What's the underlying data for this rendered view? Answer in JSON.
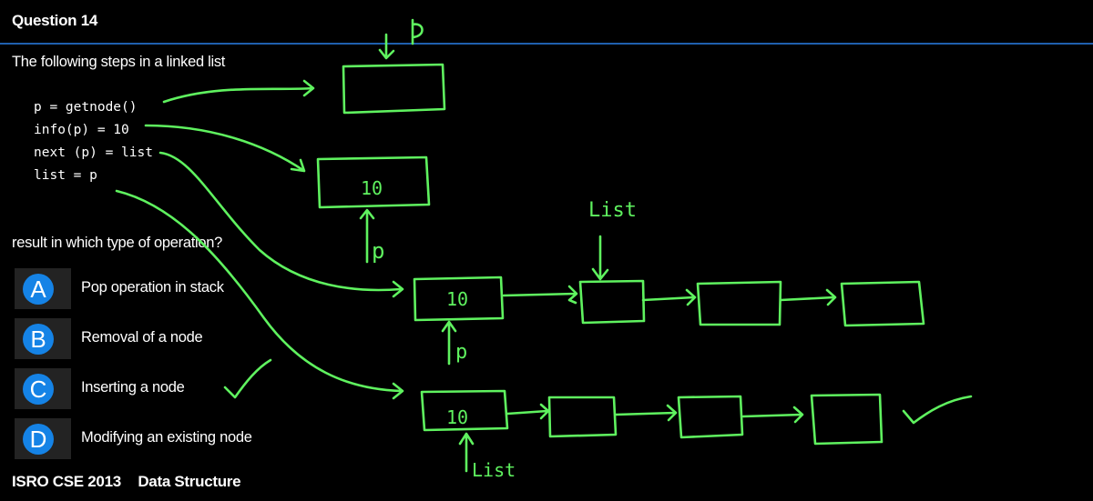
{
  "question": {
    "title": "Question 14",
    "text": "The following steps in a linked list",
    "code_lines": [
      "p = getnode()",
      "info(p) = 10",
      "next (p) = list",
      "list = p"
    ],
    "prompt": "result in which type of operation?"
  },
  "options": [
    {
      "letter": "A",
      "label": "Pop operation in stack"
    },
    {
      "letter": "B",
      "label": "Removal of a node"
    },
    {
      "letter": "C",
      "label": "Inserting a node"
    },
    {
      "letter": "D",
      "label": "Modifying an existing node"
    }
  ],
  "footer": {
    "exam": "ISRO CSE 2013",
    "subject": "Data Structure"
  },
  "annotations": {
    "ink_color": "#5ff25f",
    "accent_color": "#1583e6",
    "p_label": "p",
    "list_label": "List",
    "node_value": "10",
    "check_mark": "✓"
  }
}
